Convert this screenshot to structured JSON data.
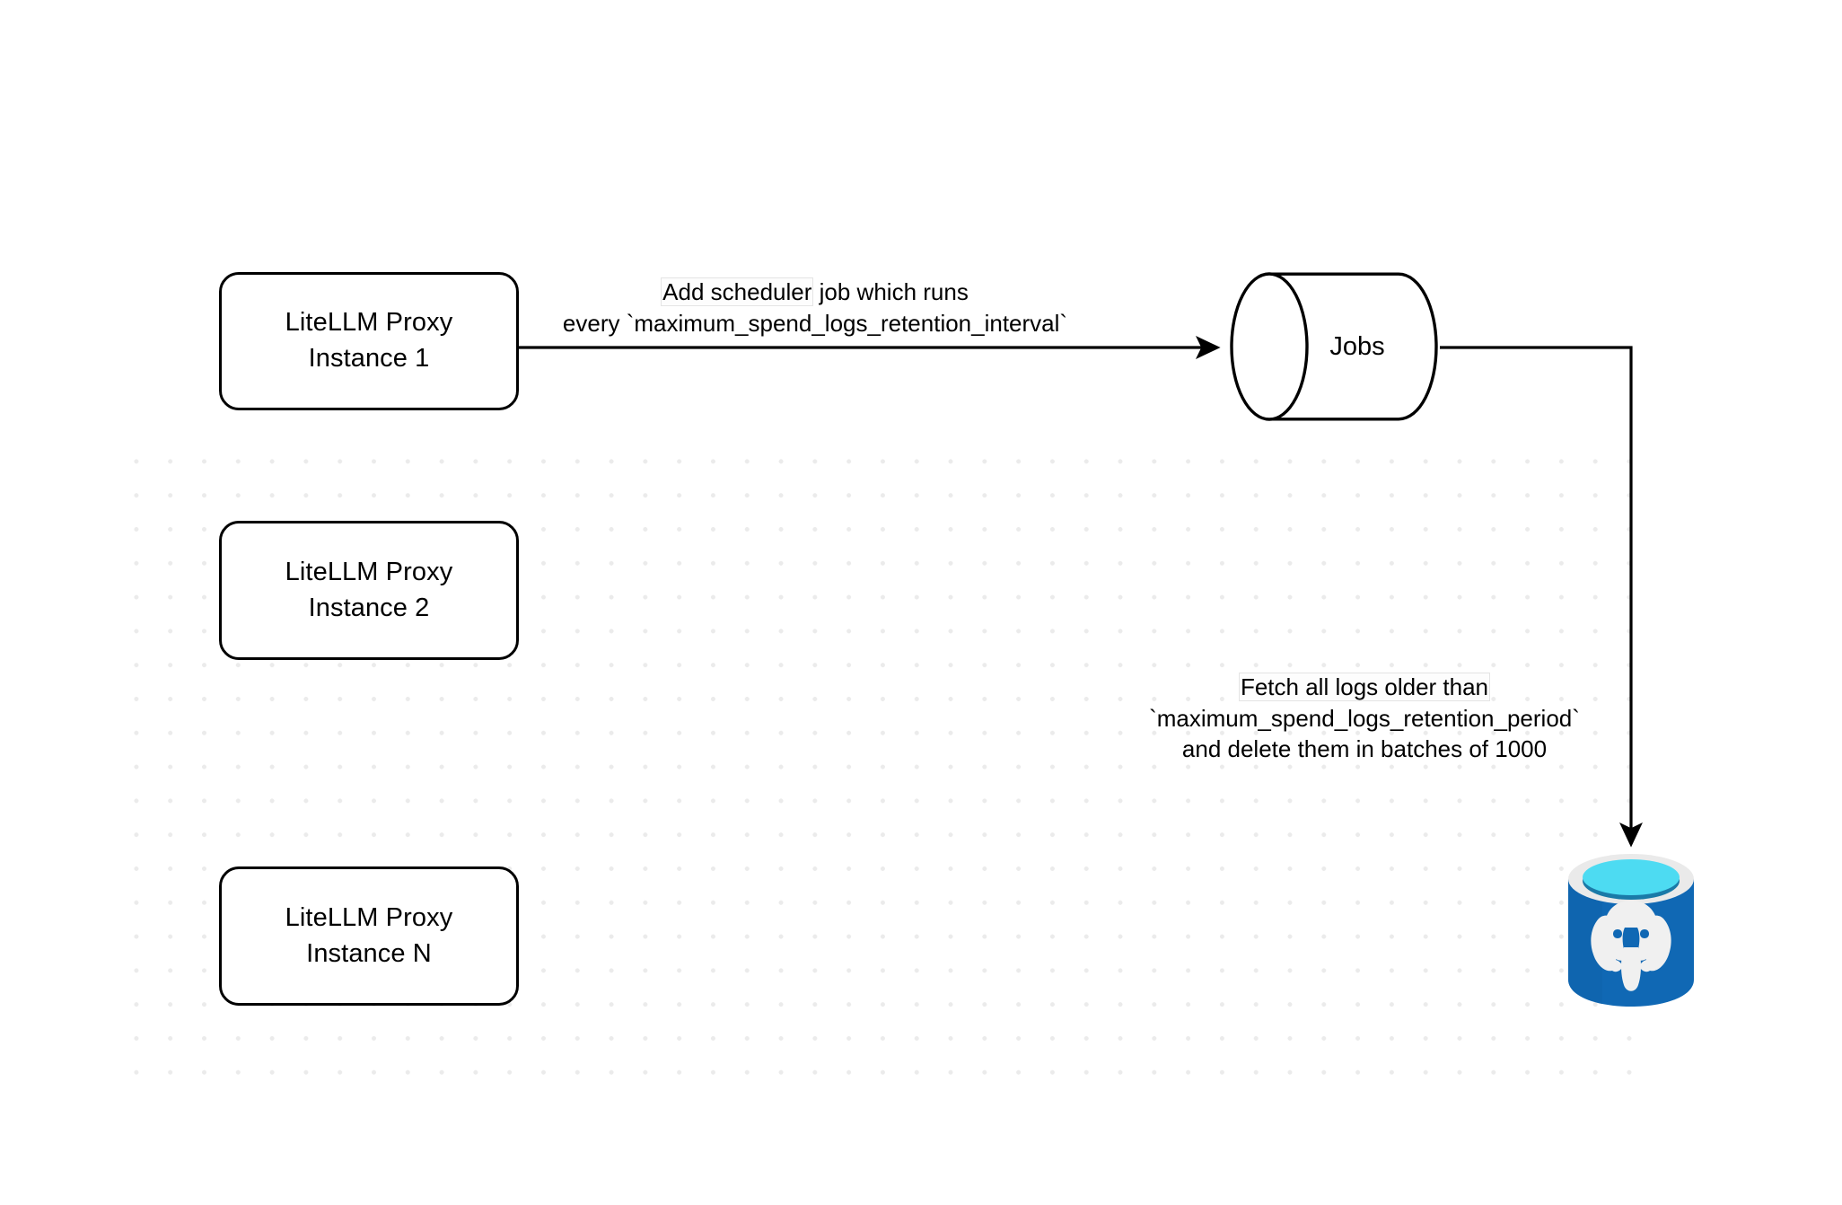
{
  "diagram": {
    "title": "LiteLLM spend logs retention scheduler flow",
    "background": "#ffffff",
    "grid_dot_color": "#ebebeb",
    "stroke_color": "#000000"
  },
  "nodes": {
    "instance_1": {
      "line1": "LiteLLM Proxy",
      "line2": "Instance 1"
    },
    "instance_2": {
      "line1": "LiteLLM Proxy",
      "line2": "Instance 2"
    },
    "instance_n": {
      "line1": "LiteLLM Proxy",
      "line2": "Instance N"
    },
    "jobs": {
      "label": "Jobs"
    },
    "database": {
      "name": "postgresql-database-icon",
      "body_color": "#1068b4",
      "rim_color": "#eaeaea",
      "top_color": "#4ddbf2",
      "inner_color": "#1a7aa8",
      "elephant_color": "#f0f0f0"
    }
  },
  "edges": {
    "scheduler": {
      "from": "instance_1",
      "to": "jobs",
      "line1": "Add scheduler job which runs",
      "line1_highlight": "Add scheduler",
      "line1_rest": " job which runs",
      "line2": "every `maximum_spend_logs_retention_interval`"
    },
    "fetch": {
      "from": "jobs",
      "to": "database",
      "line1": "Fetch all logs older than",
      "line2": "`maximum_spend_logs_retention_period`",
      "line3": "and delete them in batches of 1000"
    }
  }
}
